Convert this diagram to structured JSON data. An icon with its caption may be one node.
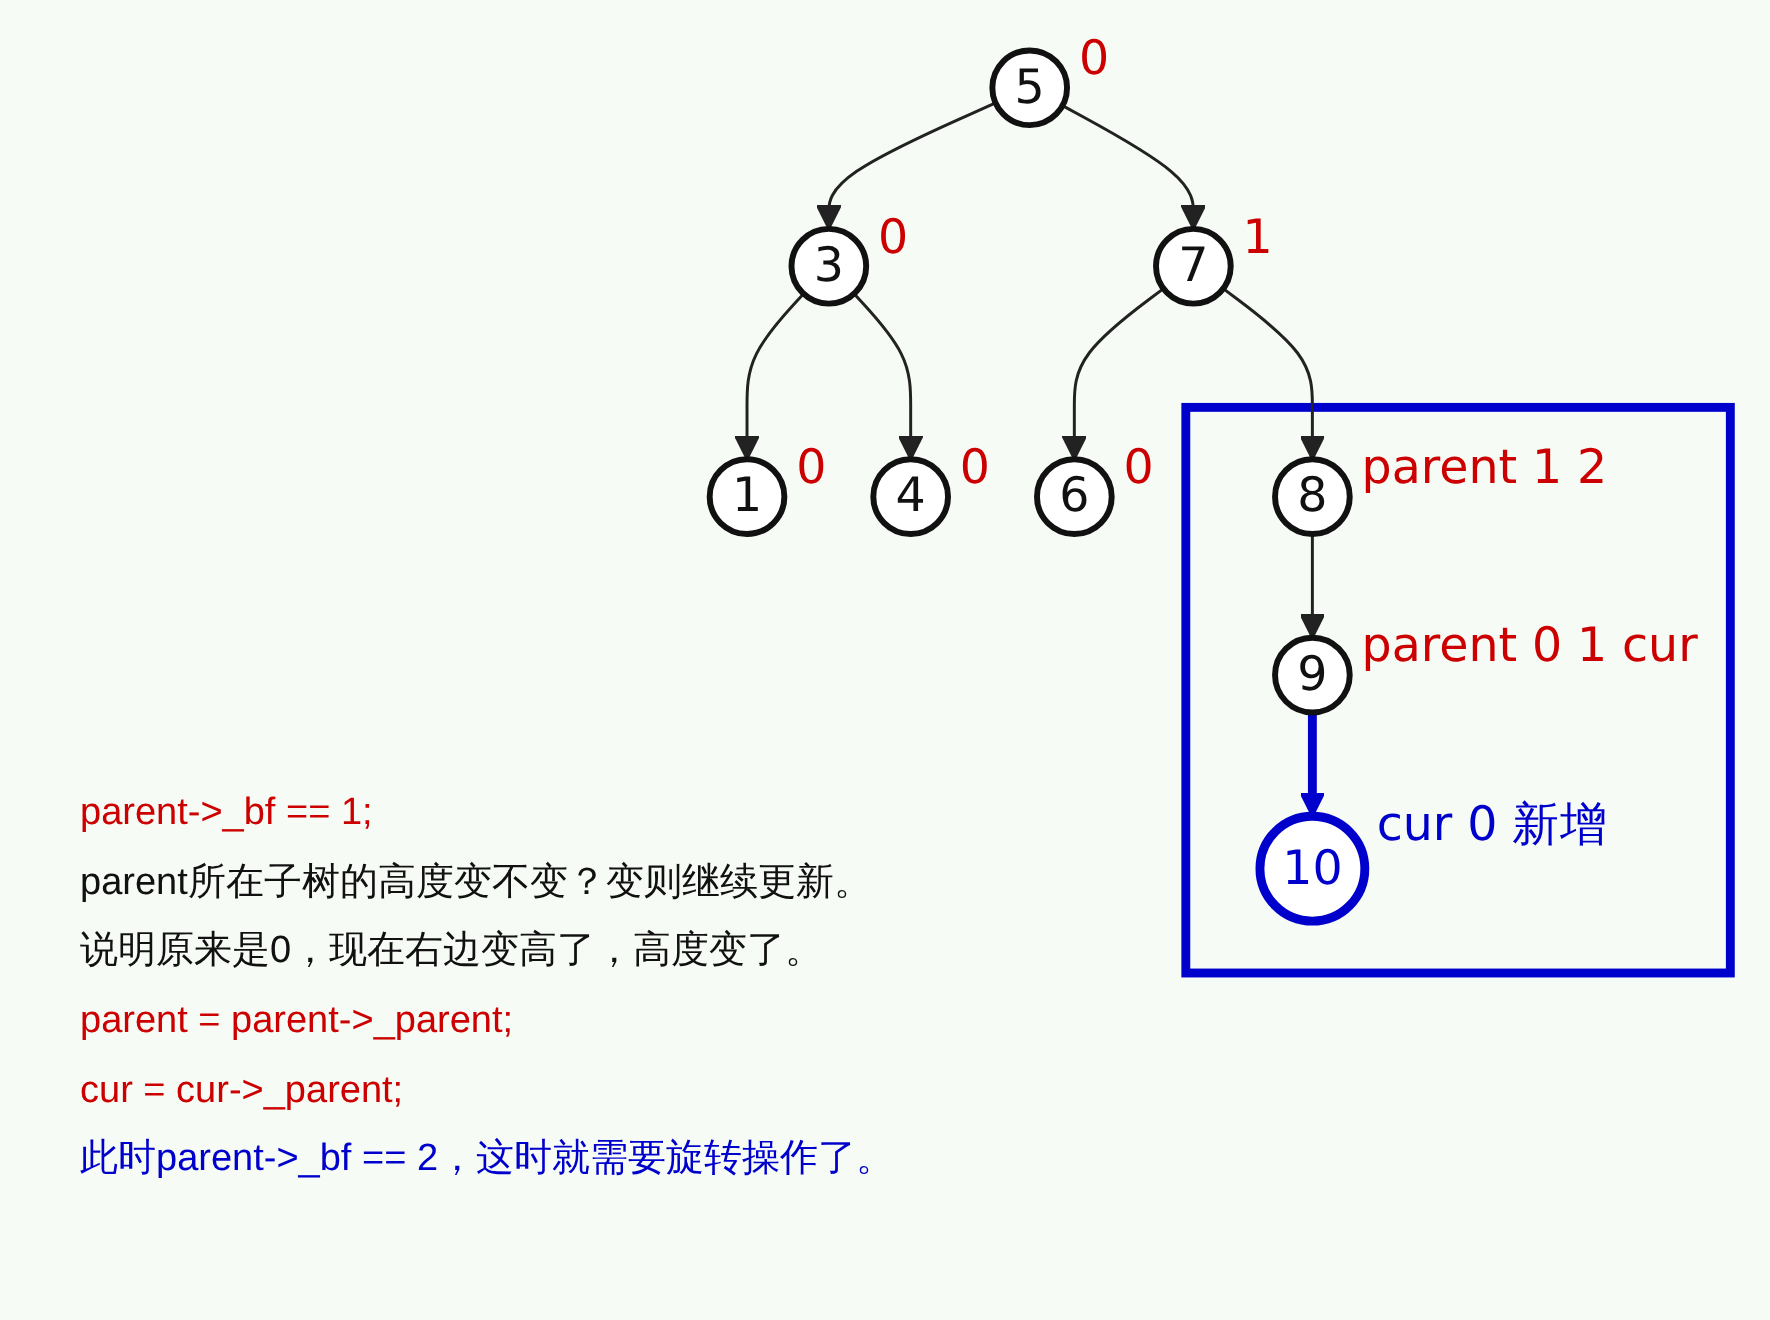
{
  "diagram": {
    "nodes": [
      {
        "text": [
          "5"
        ],
        "beside": [
          "0"
        ]
      },
      {
        "text": [
          "3"
        ],
        "beside": [
          "0"
        ]
      },
      {
        "text": [
          "7"
        ],
        "beside": [
          "1"
        ]
      },
      {
        "text": [
          "1"
        ],
        "beside": [
          "0"
        ]
      },
      {
        "text": [
          "4"
        ],
        "beside": [
          "0"
        ]
      },
      {
        "text": [
          "6"
        ],
        "beside": [
          "0"
        ]
      },
      {
        "text": [],
        "shape": "box"
      },
      {
        "text": [
          "8"
        ],
        "in": 6,
        "beside": [
          "parent",
          "1",
          "2"
        ]
      },
      {
        "text": [
          "9"
        ],
        "in": 6,
        "beside": [
          "parent",
          "0",
          "1",
          "cur"
        ]
      },
      {
        "text": [
          "10"
        ],
        "in": 6,
        "beside": [
          "cur",
          "0",
          "新增"
        ]
      }
    ],
    "edges": [
      {
        "from": 0,
        "to": 1,
        "arrow": "to"
      },
      {
        "from": 0,
        "to": 2,
        "arrow": "to"
      },
      {
        "from": 1,
        "to": 3,
        "arrow": "to"
      },
      {
        "from": 1,
        "to": 4,
        "arrow": "to"
      },
      {
        "from": 2,
        "to": 5,
        "arrow": "to"
      },
      {
        "from": 2,
        "to": 7,
        "arrow": "to"
      },
      {
        "from": 7,
        "to": 8,
        "arrow": "to"
      },
      {
        "from": 8,
        "to": 9,
        "arrow": "to",
        "style": "thick",
        "color": "#0000cc"
      }
    ],
    "labels": [
      "parent->_bf == 1;",
      "parent所在子树的高度变不变？变则继续更新。",
      "说明原来是0，现在右边变高了，高度变了。",
      "parent = parent->_parent;",
      "cur = cur->_parent;",
      "此时parent->_bf == 2，这时就需要旋转操作了。"
    ]
  }
}
